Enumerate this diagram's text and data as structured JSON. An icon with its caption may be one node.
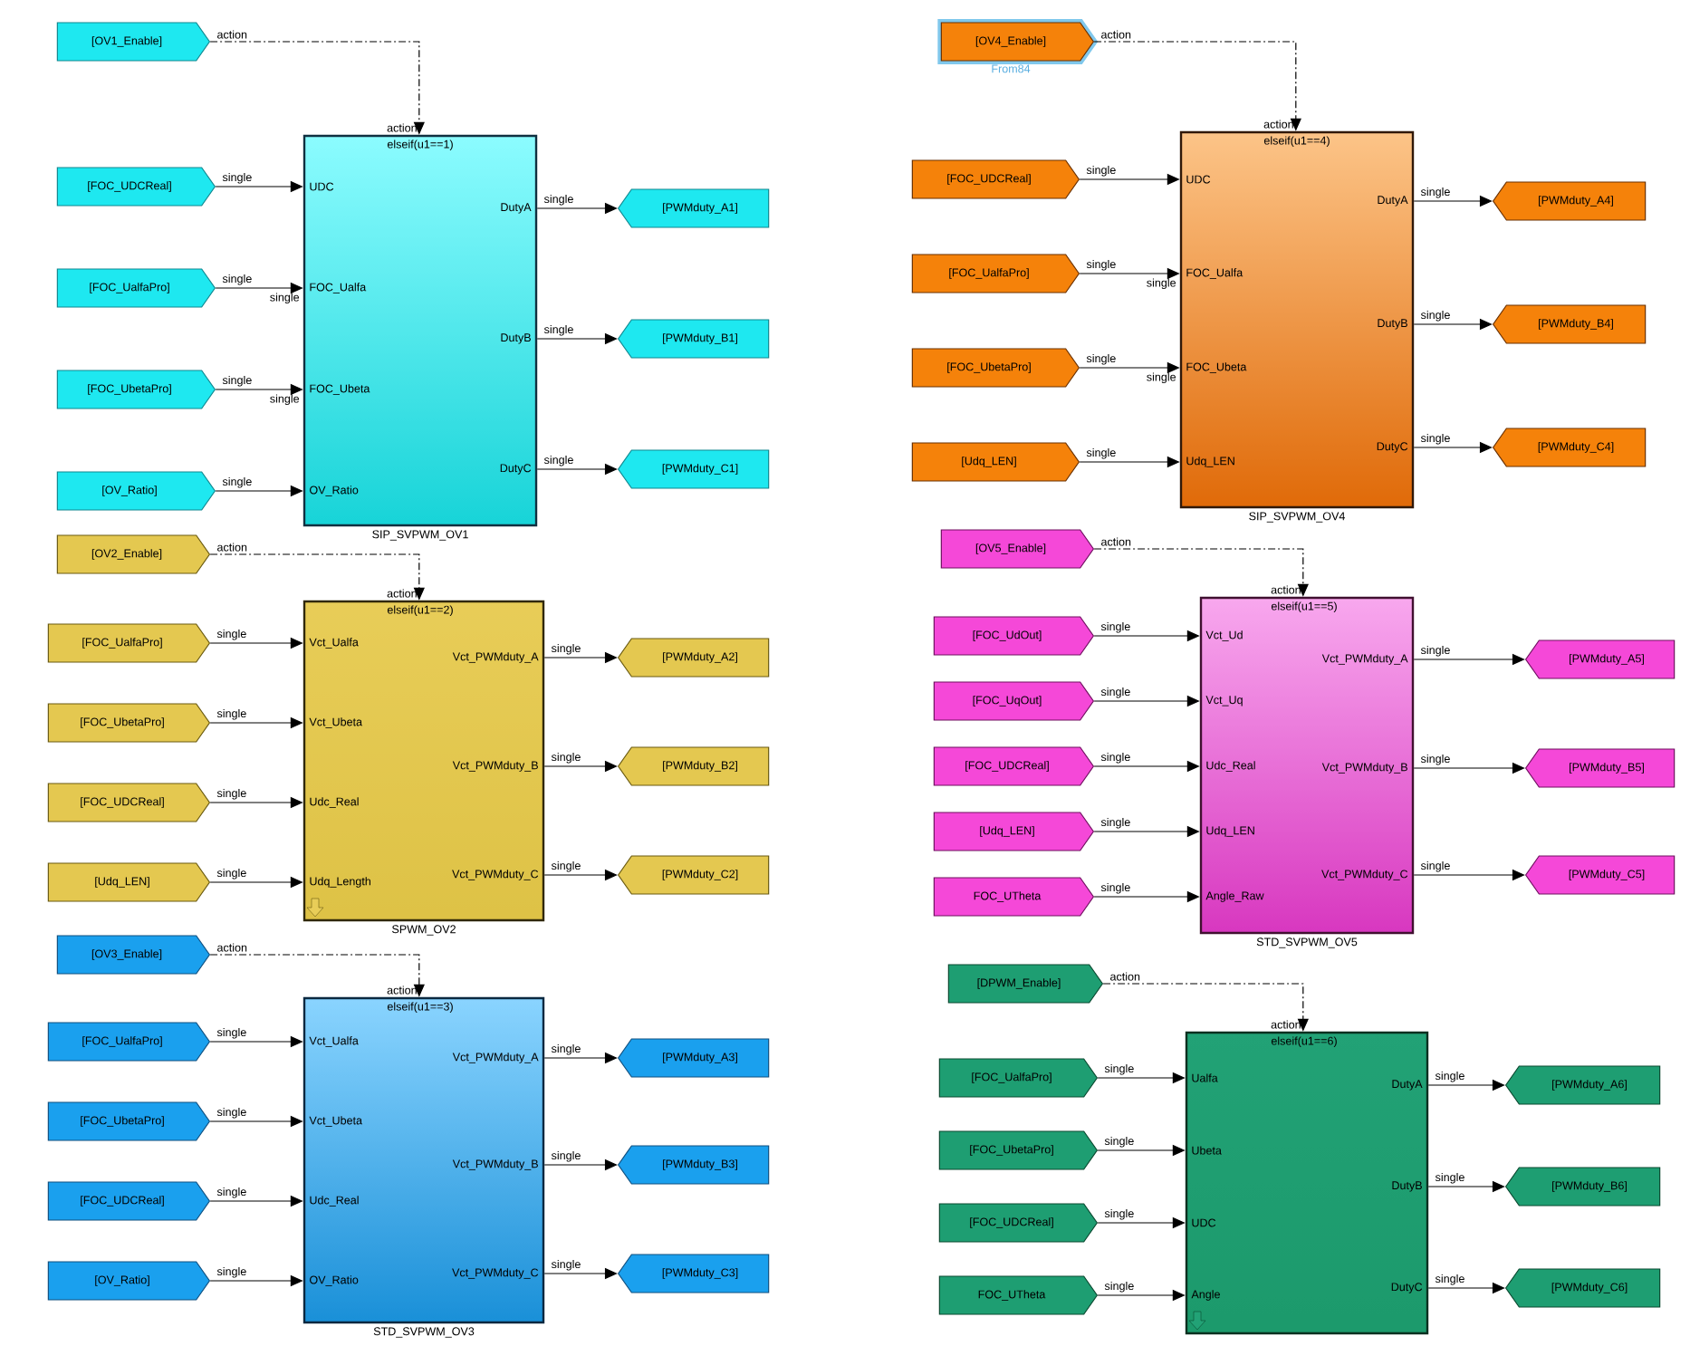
{
  "diagram": {
    "nodes": [
      {
        "text": [
          "[OV1_Enable]"
        ]
      },
      {
        "text": [
          "[FOC_UDCReal]"
        ]
      },
      {
        "text": [
          "[FOC_UalfaPro]"
        ]
      },
      {
        "text": [
          "[FOC_UbetaPro]"
        ]
      },
      {
        "text": [
          "[OV_Ratio]"
        ]
      },
      {
        "text": [
          "elseif(u1==1)",
          "UDC",
          "FOC_Ualfa",
          "FOC_Ubeta",
          "OV_Ratio",
          "DutyA",
          "DutyB",
          "DutyC",
          "SIP_SVPWM_OV1"
        ],
        "beside": [
          "action"
        ]
      },
      {
        "text": [
          "[PWMduty_A1]"
        ]
      },
      {
        "text": [
          "[PWMduty_B1]"
        ]
      },
      {
        "text": [
          "[PWMduty_C1]"
        ]
      },
      {
        "text": [
          "[OV2_Enable]"
        ]
      },
      {
        "text": [
          "[FOC_UalfaPro]"
        ]
      },
      {
        "text": [
          "[FOC_UbetaPro]"
        ]
      },
      {
        "text": [
          "[FOC_UDCReal]"
        ]
      },
      {
        "text": [
          "[Udq_LEN]"
        ]
      },
      {
        "text": [
          "elseif(u1==2)",
          "Vct_Ualfa",
          "Vct_Ubeta",
          "Udc_Real",
          "Udq_Length",
          "Vct_PWMduty_A",
          "Vct_PWMduty_B",
          "Vct_PWMduty_C",
          "SPWM_OV2"
        ],
        "beside": [
          "action"
        ]
      },
      {
        "text": [
          "[PWMduty_A2]"
        ]
      },
      {
        "text": [
          "[PWMduty_B2]"
        ]
      },
      {
        "text": [
          "[PWMduty_C2]"
        ]
      },
      {
        "text": [
          "[OV3_Enable]"
        ]
      },
      {
        "text": [
          "[FOC_UalfaPro]"
        ]
      },
      {
        "text": [
          "[FOC_UbetaPro]"
        ]
      },
      {
        "text": [
          "[FOC_UDCReal]"
        ]
      },
      {
        "text": [
          "[OV_Ratio]"
        ]
      },
      {
        "text": [
          "elseif(u1==3)",
          "Vct_Ualfa",
          "Vct_Ubeta",
          "Udc_Real",
          "OV_Ratio",
          "Vct_PWMduty_A",
          "Vct_PWMduty_B",
          "Vct_PWMduty_C",
          "STD_SVPWM_OV3"
        ],
        "beside": [
          "action"
        ]
      },
      {
        "text": [
          "[PWMduty_A3]"
        ]
      },
      {
        "text": [
          "[PWMduty_B3]"
        ]
      },
      {
        "text": [
          "[PWMduty_C3]"
        ]
      },
      {
        "text": [
          "[OV4_Enable]"
        ],
        "beside": [
          "From84"
        ]
      },
      {
        "text": [
          "[FOC_UDCReal]"
        ]
      },
      {
        "text": [
          "[FOC_UalfaPro]"
        ]
      },
      {
        "text": [
          "[FOC_UbetaPro]"
        ]
      },
      {
        "text": [
          "[Udq_LEN]"
        ]
      },
      {
        "text": [
          "elseif(u1==4)",
          "UDC",
          "FOC_Ualfa",
          "FOC_Ubeta",
          "Udq_LEN",
          "DutyA",
          "DutyB",
          "DutyC",
          "SIP_SVPWM_OV4"
        ],
        "beside": [
          "action"
        ]
      },
      {
        "text": [
          "[PWMduty_A4]"
        ]
      },
      {
        "text": [
          "[PWMduty_B4]"
        ]
      },
      {
        "text": [
          "[PWMduty_C4]"
        ]
      },
      {
        "text": [
          "[OV5_Enable]"
        ]
      },
      {
        "text": [
          "[FOC_UdOut]"
        ]
      },
      {
        "text": [
          "[FOC_UqOut]"
        ]
      },
      {
        "text": [
          "[FOC_UDCReal]"
        ]
      },
      {
        "text": [
          "[Udq_LEN]"
        ]
      },
      {
        "text": [
          "FOC_UTheta"
        ]
      },
      {
        "text": [
          "elseif(u1==5)",
          "Vct_Ud",
          "Vct_Uq",
          "Udc_Real",
          "Udq_LEN",
          "Angle_Raw",
          "Vct_PWMduty_A",
          "Vct_PWMduty_B",
          "Vct_PWMduty_C",
          "STD_SVPWM_OV5"
        ],
        "beside": [
          "action"
        ]
      },
      {
        "text": [
          "[PWMduty_A5]"
        ]
      },
      {
        "text": [
          "[PWMduty_B5]"
        ]
      },
      {
        "text": [
          "[PWMduty_C5]"
        ]
      },
      {
        "text": [
          "[DPWM_Enable]"
        ]
      },
      {
        "text": [
          "[FOC_UalfaPro]"
        ]
      },
      {
        "text": [
          "[FOC_UbetaPro]"
        ]
      },
      {
        "text": [
          "[FOC_UDCReal]"
        ]
      },
      {
        "text": [
          "FOC_UTheta"
        ]
      },
      {
        "text": [
          "elseif(u1==6)",
          "Ualfa",
          "Ubeta",
          "UDC",
          "Angle",
          "DutyA",
          "DutyB",
          "DutyC"
        ],
        "beside": [
          "action"
        ]
      },
      {
        "text": [
          "[PWMduty_A6]"
        ]
      },
      {
        "text": [
          "[PWMduty_B6]"
        ]
      },
      {
        "text": [
          "[PWMduty_C6]"
        ]
      }
    ],
    "edges": [
      {
        "from": 0,
        "to": 5,
        "arrow": "to",
        "label": "action",
        "style": "dashed"
      },
      {
        "from": 1,
        "to": 5,
        "arrow": "to",
        "label": "single"
      },
      {
        "from": 2,
        "to": 5,
        "arrow": "to",
        "label": "single"
      },
      {
        "from": 3,
        "to": 5,
        "arrow": "to",
        "label": "single"
      },
      {
        "from": 4,
        "to": 5,
        "arrow": "to",
        "label": "single"
      },
      {
        "from": 5,
        "to": 6,
        "arrow": "to",
        "label": "single"
      },
      {
        "from": 5,
        "to": 7,
        "arrow": "to",
        "label": "single"
      },
      {
        "from": 5,
        "to": 8,
        "arrow": "to",
        "label": "single"
      },
      {
        "from": 9,
        "to": 14,
        "arrow": "to",
        "label": "action",
        "style": "dashed"
      },
      {
        "from": 10,
        "to": 14,
        "arrow": "to",
        "label": "single"
      },
      {
        "from": 11,
        "to": 14,
        "arrow": "to",
        "label": "single"
      },
      {
        "from": 12,
        "to": 14,
        "arrow": "to",
        "label": "single"
      },
      {
        "from": 13,
        "to": 14,
        "arrow": "to",
        "label": "single"
      },
      {
        "from": 14,
        "to": 15,
        "arrow": "to",
        "label": "single"
      },
      {
        "from": 14,
        "to": 16,
        "arrow": "to",
        "label": "single"
      },
      {
        "from": 14,
        "to": 17,
        "arrow": "to",
        "label": "single"
      },
      {
        "from": 18,
        "to": 23,
        "arrow": "to",
        "label": "action",
        "style": "dashed"
      },
      {
        "from": 19,
        "to": 23,
        "arrow": "to",
        "label": "single"
      },
      {
        "from": 20,
        "to": 23,
        "arrow": "to",
        "label": "single"
      },
      {
        "from": 21,
        "to": 23,
        "arrow": "to",
        "label": "single"
      },
      {
        "from": 22,
        "to": 23,
        "arrow": "to",
        "label": "single"
      },
      {
        "from": 23,
        "to": 24,
        "arrow": "to",
        "label": "single"
      },
      {
        "from": 23,
        "to": 25,
        "arrow": "to",
        "label": "single"
      },
      {
        "from": 23,
        "to": 26,
        "arrow": "to",
        "label": "single"
      },
      {
        "from": 27,
        "to": 32,
        "arrow": "to",
        "label": "action",
        "style": "dashed"
      },
      {
        "from": 28,
        "to": 32,
        "arrow": "to",
        "label": "single"
      },
      {
        "from": 29,
        "to": 32,
        "arrow": "to",
        "label": "single"
      },
      {
        "from": 30,
        "to": 32,
        "arrow": "to",
        "label": "single"
      },
      {
        "from": 31,
        "to": 32,
        "arrow": "to",
        "label": "single"
      },
      {
        "from": 32,
        "to": 33,
        "arrow": "to",
        "label": "single"
      },
      {
        "from": 32,
        "to": 34,
        "arrow": "to",
        "label": "single"
      },
      {
        "from": 32,
        "to": 35,
        "arrow": "to",
        "label": "single"
      },
      {
        "from": 36,
        "to": 42,
        "arrow": "to",
        "label": "action",
        "style": "dashed"
      },
      {
        "from": 37,
        "to": 42,
        "arrow": "to",
        "label": "single"
      },
      {
        "from": 38,
        "to": 42,
        "arrow": "to",
        "label": "single"
      },
      {
        "from": 39,
        "to": 42,
        "arrow": "to",
        "label": "single"
      },
      {
        "from": 40,
        "to": 42,
        "arrow": "to",
        "label": "single"
      },
      {
        "from": 41,
        "to": 42,
        "arrow": "to",
        "label": "single"
      },
      {
        "from": 42,
        "to": 43,
        "arrow": "to",
        "label": "single"
      },
      {
        "from": 42,
        "to": 44,
        "arrow": "to",
        "label": "single"
      },
      {
        "from": 42,
        "to": 45,
        "arrow": "to",
        "label": "single"
      },
      {
        "from": 46,
        "to": 51,
        "arrow": "to",
        "label": "action",
        "style": "dashed"
      },
      {
        "from": 47,
        "to": 51,
        "arrow": "to",
        "label": "single"
      },
      {
        "from": 48,
        "to": 51,
        "arrow": "to",
        "label": "single"
      },
      {
        "from": 49,
        "to": 51,
        "arrow": "to",
        "label": "single"
      },
      {
        "from": 50,
        "to": 51,
        "arrow": "to",
        "label": "single"
      },
      {
        "from": 51,
        "to": 52,
        "arrow": "to",
        "label": "single"
      },
      {
        "from": 51,
        "to": 53,
        "arrow": "to",
        "label": "single"
      },
      {
        "from": 51,
        "to": 54,
        "arrow": "to",
        "label": "single"
      }
    ],
    "labels": [
      "single",
      "single",
      "single",
      "single"
    ]
  }
}
